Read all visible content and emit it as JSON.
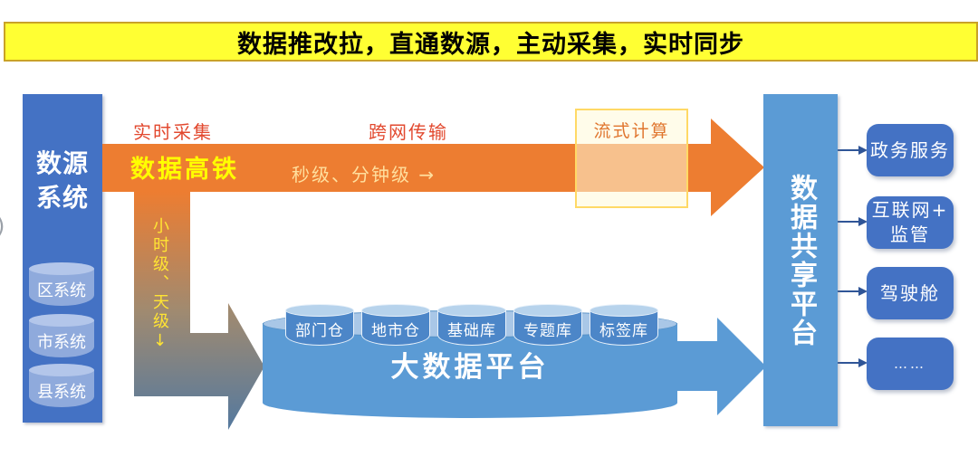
{
  "banner": {
    "title": "数据推改拉，直通数源，主动采集，实时同步"
  },
  "decor": {
    "stray_mark": ")"
  },
  "source_system": {
    "title": "数源系统",
    "databases": [
      "区系统",
      "市系统",
      "县系统"
    ]
  },
  "hsr_flow": {
    "collect_label": "实时采集",
    "transfer_label": "跨网传输",
    "stream_label": "流式计算",
    "train_name": "数据高铁",
    "latency": "秒级、分钟级 →"
  },
  "batch_flow": {
    "latency": "小时级、天级↓"
  },
  "bigdata_platform": {
    "title": "大数据平台",
    "warehouses": [
      "部门仓",
      "地市仓",
      "基础库",
      "专题库",
      "标签库"
    ]
  },
  "share_platform": {
    "title": "数据共享平台"
  },
  "consumers": [
    {
      "line1": "政务服务",
      "line2": ""
    },
    {
      "line1": "互联网+",
      "line2": "监管"
    },
    {
      "line1": "驾驶舱",
      "line2": ""
    },
    {
      "line1": "……",
      "line2": ""
    }
  ],
  "colors": {
    "banner_bg": "#FFFF33",
    "banner_border": "#C9A227",
    "royal_blue": "#4472C4",
    "steel_blue": "#5B9BD5",
    "light_cylinder": "#8FAADC",
    "orange": "#ED7D31",
    "red_label": "#E2492F",
    "train_yellow": "#FFFF00",
    "pale_yellow": "#FFDF9E",
    "batch_text_yellow": "#FFE433",
    "connector_blue": "#2F5597"
  }
}
